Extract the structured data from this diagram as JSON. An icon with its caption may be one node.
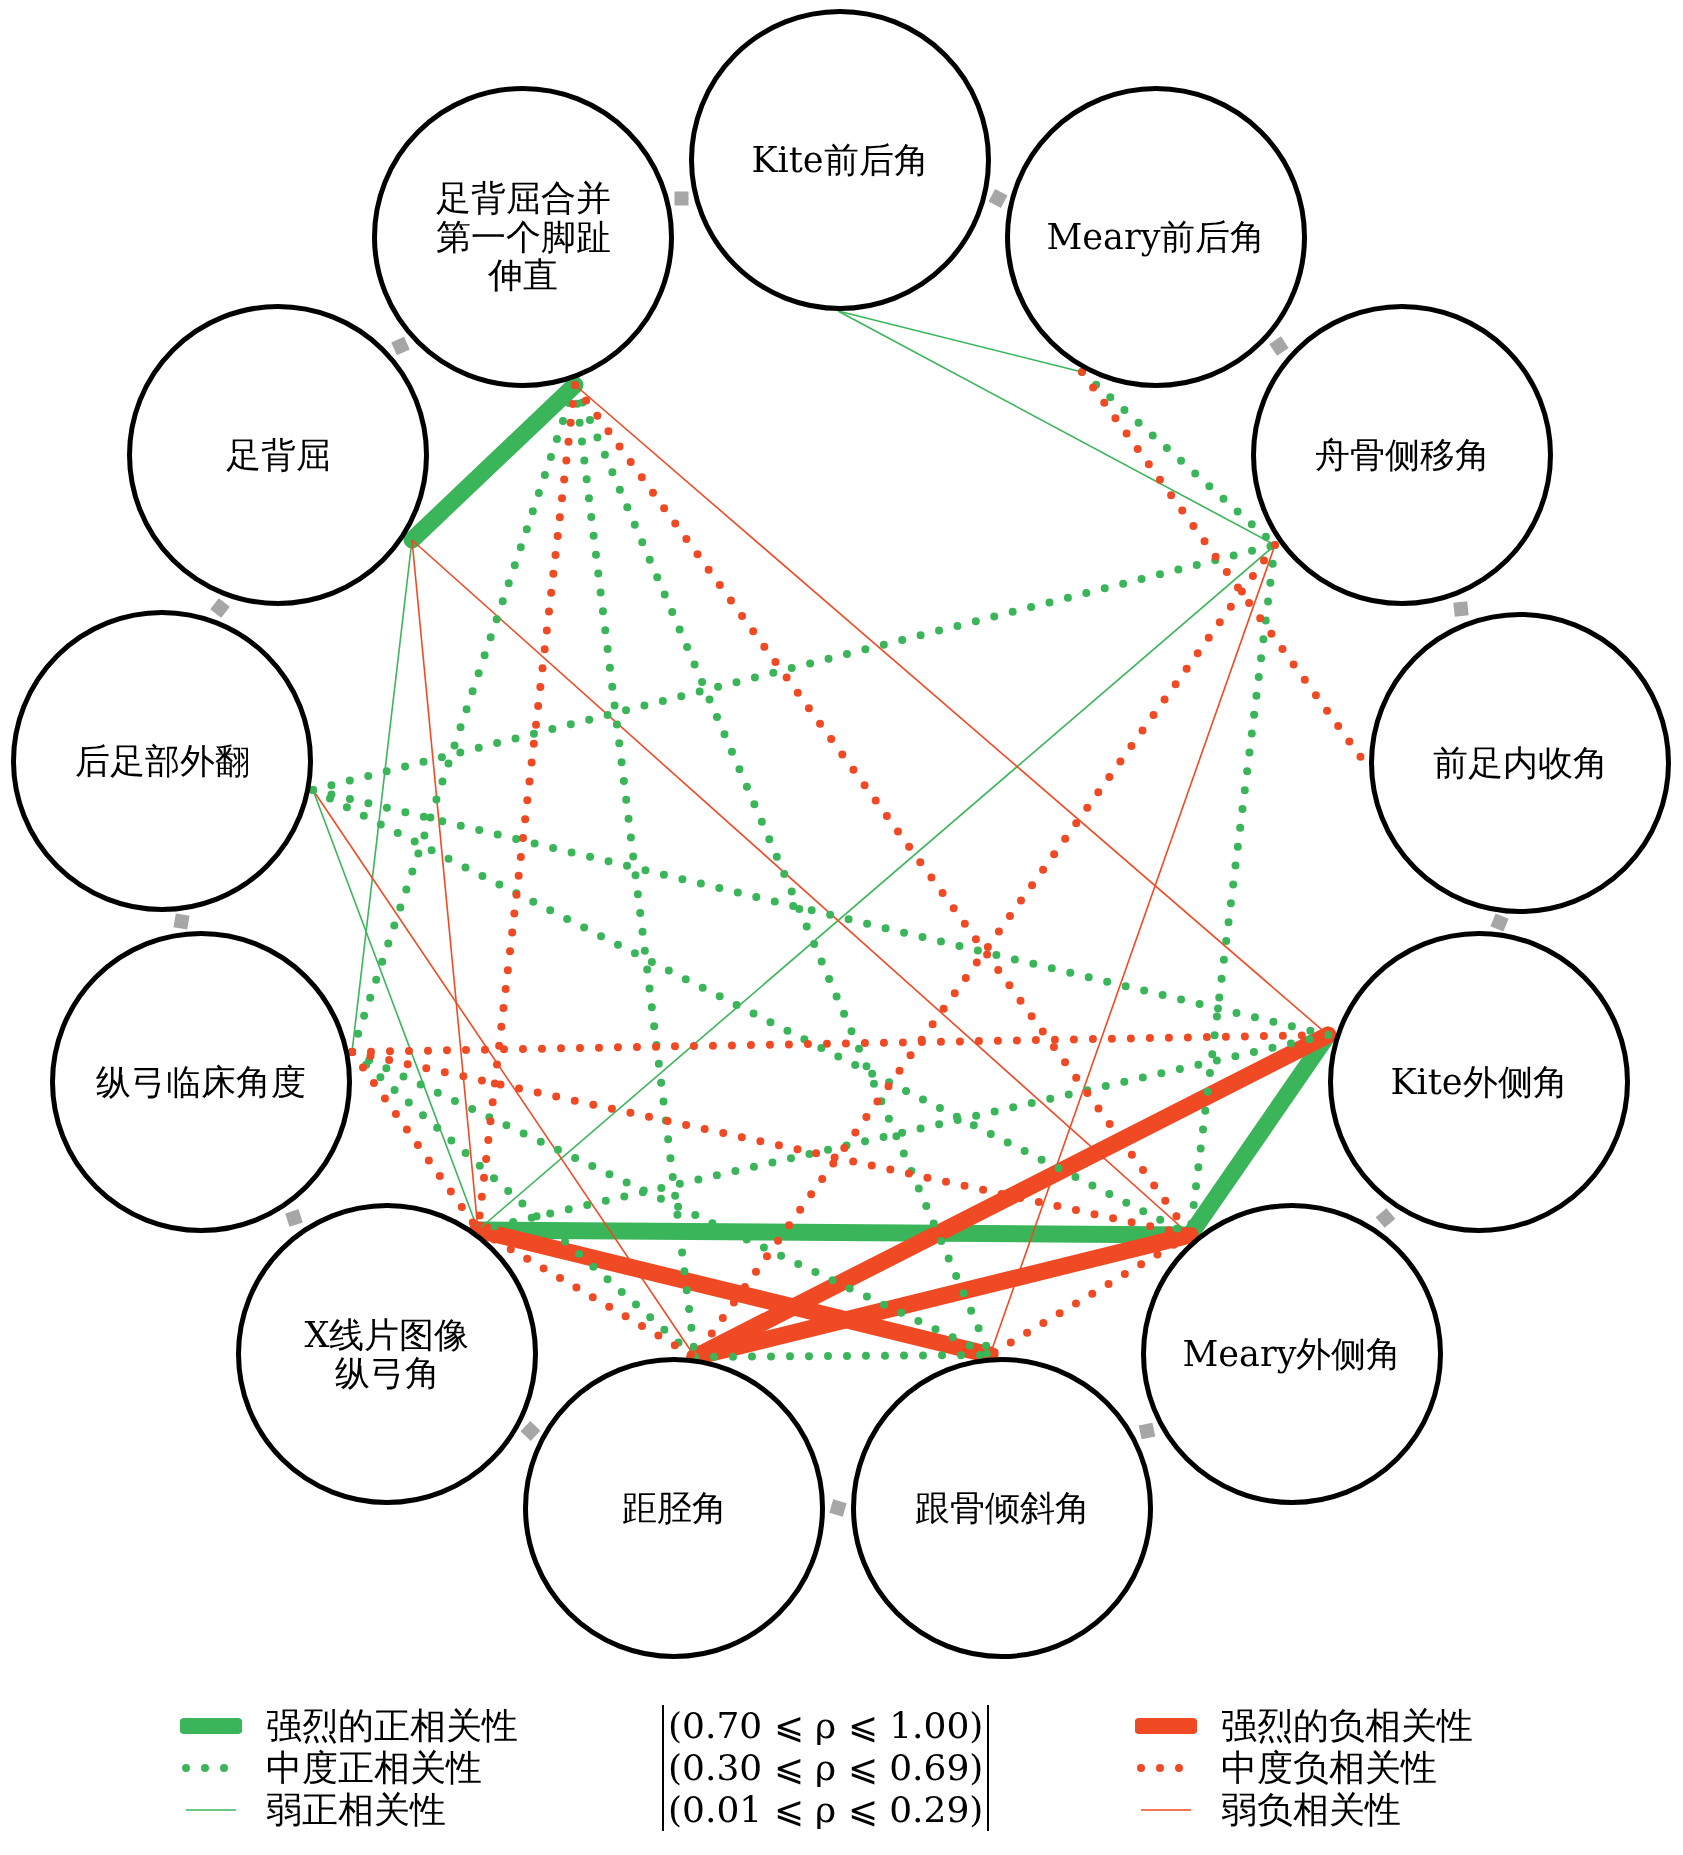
{
  "diagram": {
    "nodes": [
      {
        "text": [
          "Kite前后角"
        ]
      },
      {
        "text": [
          "Meary前后角"
        ]
      },
      {
        "text": [
          "舟骨侧移角"
        ]
      },
      {
        "text": [
          "前足内收角"
        ]
      },
      {
        "text": [
          "Kite外侧角"
        ]
      },
      {
        "text": [
          "Meary外侧角"
        ]
      },
      {
        "text": [
          "跟骨倾斜角"
        ]
      },
      {
        "text": [
          "距胫角"
        ]
      },
      {
        "text": [
          "X线片图像纵弓角"
        ]
      },
      {
        "text": [
          "纵弓临床角度"
        ]
      },
      {
        "text": [
          "后足部外翻"
        ]
      },
      {
        "text": [
          "足背屈"
        ]
      },
      {
        "text": [
          "足背屈合并第一个脚趾伸直"
        ]
      }
    ],
    "edges": [
      {
        "from": 11,
        "to": 12,
        "arrow": "none",
        "style": "thick",
        "color": "#3bb55a"
      },
      {
        "from": 4,
        "to": 5,
        "arrow": "none",
        "style": "thick",
        "color": "#3bb55a"
      },
      {
        "from": 8,
        "to": 5,
        "arrow": "none",
        "style": "thick",
        "color": "#3bb55a"
      },
      {
        "from": 8,
        "to": 6,
        "arrow": "none",
        "style": "thick",
        "color": "#ef4a24"
      },
      {
        "from": 7,
        "to": 4,
        "arrow": "none",
        "style": "thick",
        "color": "#ef4a24"
      },
      {
        "from": 7,
        "to": 5,
        "arrow": "none",
        "style": "thick",
        "color": "#ef4a24"
      },
      {
        "from": 0,
        "to": 1,
        "arrow": "none",
        "color": "#3bb55a"
      },
      {
        "from": 0,
        "to": 2,
        "arrow": "none",
        "color": "#3bb55a"
      },
      {
        "from": 2,
        "to": 8,
        "arrow": "none",
        "color": "#3bb55a"
      },
      {
        "from": 11,
        "to": 9,
        "arrow": "none",
        "color": "#3bb55a"
      },
      {
        "from": 10,
        "to": 8,
        "arrow": "none",
        "color": "#3bb55a"
      },
      {
        "from": 12,
        "to": 4,
        "arrow": "none",
        "color": "#ef4a24"
      },
      {
        "from": 11,
        "to": 5,
        "arrow": "none",
        "color": "#ef4a24"
      },
      {
        "from": 11,
        "to": 8,
        "arrow": "none",
        "color": "#ef4a24"
      },
      {
        "from": 10,
        "to": 7,
        "arrow": "none",
        "color": "#ef4a24"
      },
      {
        "from": 2,
        "to": 6,
        "arrow": "none",
        "color": "#ef4a24"
      },
      {
        "from": 12,
        "to": 9,
        "arrow": "none",
        "style": "dashed",
        "color": "#3bb55a"
      },
      {
        "from": 12,
        "to": 7,
        "arrow": "none",
        "style": "dashed",
        "color": "#3bb55a"
      },
      {
        "from": 12,
        "to": 6,
        "arrow": "none",
        "style": "dashed",
        "color": "#3bb55a"
      },
      {
        "from": 10,
        "to": 2,
        "arrow": "none",
        "style": "dashed",
        "color": "#3bb55a"
      },
      {
        "from": 10,
        "to": 4,
        "arrow": "none",
        "style": "dashed",
        "color": "#3bb55a"
      },
      {
        "from": 10,
        "to": 5,
        "arrow": "none",
        "style": "dashed",
        "color": "#3bb55a"
      },
      {
        "from": 1,
        "to": 2,
        "arrow": "none",
        "style": "dashed",
        "color": "#3bb55a"
      },
      {
        "from": 2,
        "to": 5,
        "arrow": "none",
        "style": "dashed",
        "color": "#3bb55a"
      },
      {
        "from": 9,
        "to": 6,
        "arrow": "none",
        "style": "dashed",
        "color": "#3bb55a"
      },
      {
        "from": 9,
        "to": 7,
        "arrow": "none",
        "style": "dashed",
        "color": "#3bb55a"
      },
      {
        "from": 7,
        "to": 6,
        "arrow": "none",
        "style": "dashed",
        "color": "#3bb55a"
      },
      {
        "from": 4,
        "to": 8,
        "arrow": "none",
        "style": "dashed",
        "color": "#3bb55a"
      },
      {
        "from": 12,
        "to": 8,
        "arrow": "none",
        "style": "dashed",
        "color": "#ef4a24"
      },
      {
        "from": 12,
        "to": 5,
        "arrow": "none",
        "style": "dashed",
        "color": "#ef4a24"
      },
      {
        "from": 1,
        "to": 3,
        "arrow": "none",
        "style": "dashed",
        "color": "#ef4a24"
      },
      {
        "from": 9,
        "to": 4,
        "arrow": "none",
        "style": "dashed",
        "color": "#ef4a24"
      },
      {
        "from": 9,
        "to": 5,
        "arrow": "none",
        "style": "dashed",
        "color": "#ef4a24"
      },
      {
        "from": 9,
        "to": 8,
        "arrow": "none",
        "style": "dashed",
        "color": "#ef4a24"
      },
      {
        "from": 8,
        "to": 7,
        "arrow": "none",
        "style": "dashed",
        "color": "#ef4a24"
      },
      {
        "from": 2,
        "to": 7,
        "arrow": "none",
        "style": "dashed",
        "color": "#ef4a24"
      },
      {
        "from": 5,
        "to": 6,
        "arrow": "none",
        "style": "dashed",
        "color": "#ef4a24"
      }
    ],
    "labels": [
      "(0.70 ⩽ ρ ⩽ 1.00)",
      "(0.30 ⩽ ρ ⩽ 0.69)",
      "(0.01 ⩽ ρ ⩽ 0.29)"
    ],
    "legend": [
      {
        "text": "强烈的正相关性"
      },
      {
        "text": "中度正相关性"
      },
      {
        "text": "弱正相关性"
      },
      {
        "text": "强烈的负相关性"
      },
      {
        "text": "中度负相关性"
      },
      {
        "text": "弱负相关性"
      }
    ]
  }
}
